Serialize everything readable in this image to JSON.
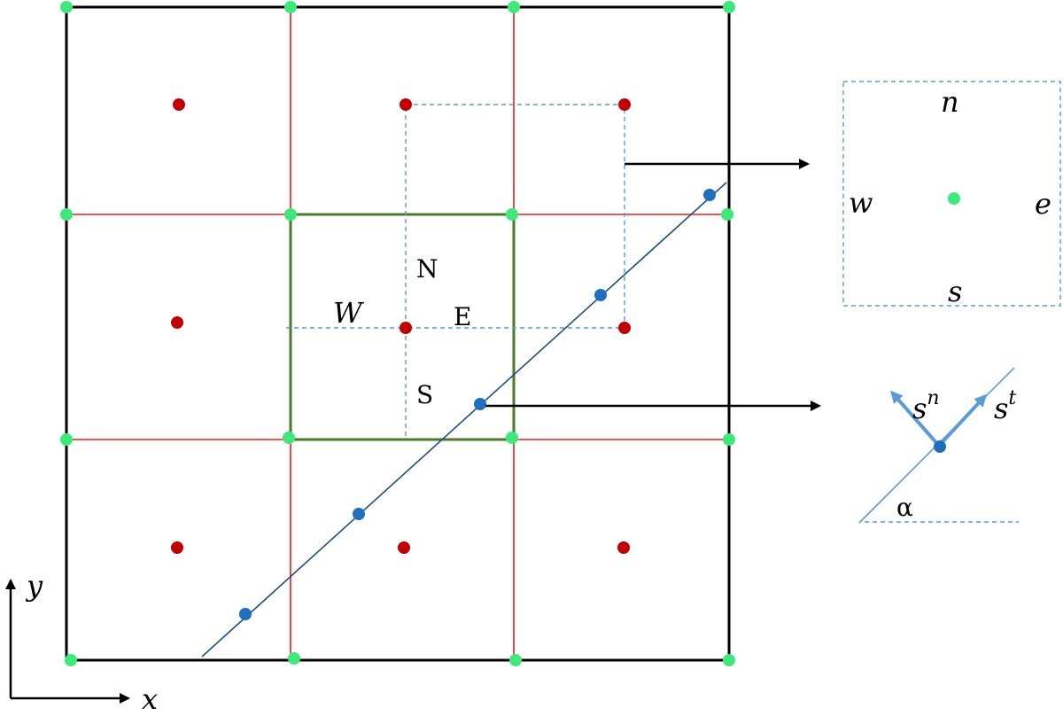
{
  "labels": {
    "compass": {
      "north": "N",
      "south": "S",
      "west": "W",
      "east": "E"
    },
    "face_inset": {
      "north": "n",
      "south": "s",
      "west": "w",
      "east": "e"
    },
    "boundary_inset": {
      "normal_base": "s",
      "normal_sup": "n",
      "tangent_base": "s",
      "tangent_sup": "t",
      "angle": "α"
    },
    "axes": {
      "x": "x",
      "y": "y"
    }
  },
  "colors": {
    "outer_grid": "#000000",
    "cell_lines": "#e02020",
    "control_volume": "#4a7a2a",
    "dashed_box": "#5b9bd5",
    "node_green": "#3fe87a",
    "center_red": "#c00000",
    "boundary_blue": "#1f6fbf",
    "interface_line": "#1f4e79",
    "inset_vectors": "#5b9bd5"
  }
}
